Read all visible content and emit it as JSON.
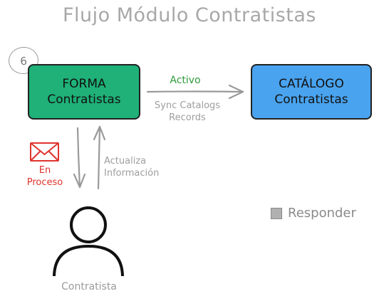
{
  "title": "Flujo Módulo Contratistas",
  "badge": "6",
  "nodes": {
    "forma": {
      "line1": "FORMA",
      "line2": "Contratistas",
      "color": "#1fb178"
    },
    "catalogo": {
      "line1": "CATÁLOGO",
      "line2": "Contratistas",
      "color": "#49a3ef"
    }
  },
  "edges": {
    "forma_to_catalogo": {
      "top_label": "Activo",
      "bottom_line1": "Sync Catalogs",
      "bottom_line2": "Records"
    },
    "forma_to_contratista": {
      "line1": "En",
      "line2": "Proceso",
      "icon": "envelope-icon"
    },
    "contratista_to_forma": {
      "line1": "Actualiza",
      "line2": "Información"
    }
  },
  "actor": {
    "label": "Contratista",
    "icon": "person-icon"
  },
  "legend": {
    "label": "Responder",
    "color": "#b0b0b0"
  }
}
